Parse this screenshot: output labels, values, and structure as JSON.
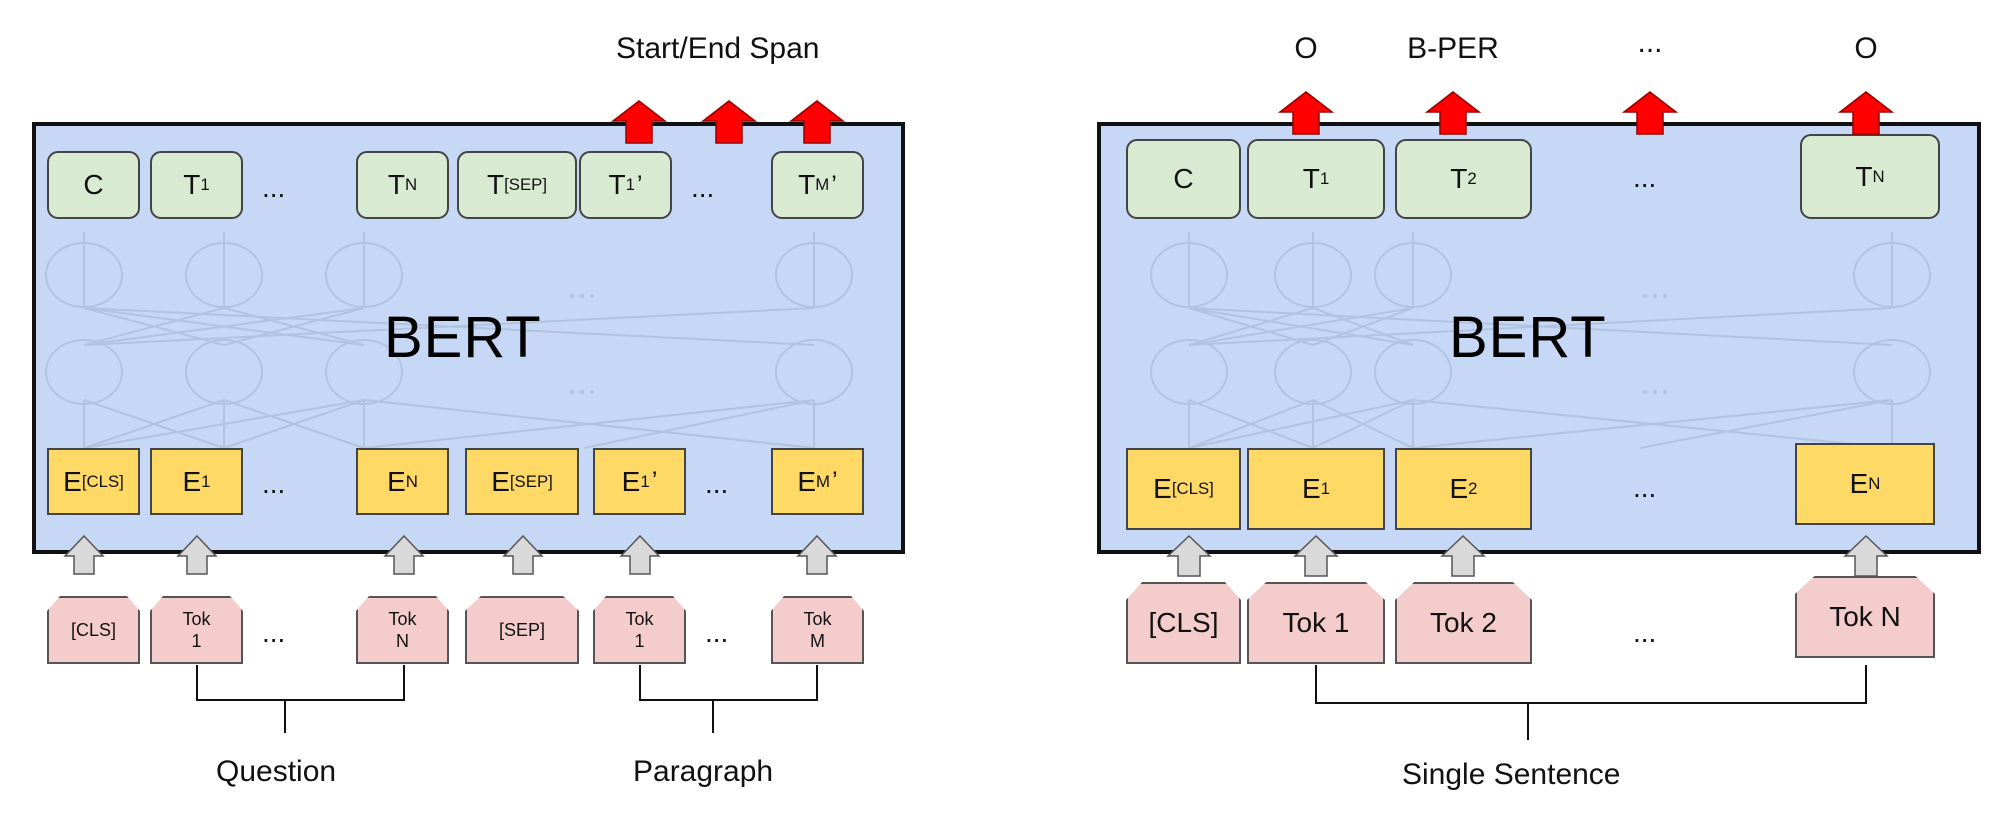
{
  "left": {
    "bert_label": "BERT",
    "output_title": "Start/End Span",
    "t_nodes": [
      {
        "main": "C",
        "sub": "",
        "prime": ""
      },
      {
        "main": "T",
        "sub": "1",
        "prime": ""
      },
      {
        "main": "T",
        "sub": "N",
        "prime": ""
      },
      {
        "main": "T",
        "sub": "[SEP]",
        "prime": ""
      },
      {
        "main": "T",
        "sub": "1",
        "prime": "’"
      },
      {
        "main": "T",
        "sub": "M",
        "prime": "’"
      }
    ],
    "e_nodes": [
      {
        "main": "E",
        "sub": "[CLS]",
        "prime": ""
      },
      {
        "main": "E",
        "sub": "1",
        "prime": ""
      },
      {
        "main": "E",
        "sub": "N",
        "prime": ""
      },
      {
        "main": "E",
        "sub": "[SEP]",
        "prime": ""
      },
      {
        "main": "E",
        "sub": "1",
        "prime": "’"
      },
      {
        "main": "E",
        "sub": "M",
        "prime": "’"
      }
    ],
    "tokens": [
      {
        "line1": "[CLS]",
        "line2": ""
      },
      {
        "line1": "Tok",
        "line2": "1"
      },
      {
        "line1": "Tok",
        "line2": "N"
      },
      {
        "line1": "[SEP]",
        "line2": ""
      },
      {
        "line1": "Tok",
        "line2": "1"
      },
      {
        "line1": "Tok",
        "line2": "M"
      }
    ],
    "ellipsis": "...",
    "captions": {
      "question": "Question",
      "paragraph": "Paragraph"
    }
  },
  "right": {
    "bert_label": "BERT",
    "output_labels": [
      "O",
      "B-PER",
      "...",
      "O"
    ],
    "t_nodes": [
      {
        "main": "C",
        "sub": ""
      },
      {
        "main": "T",
        "sub": "1"
      },
      {
        "main": "T",
        "sub": "2"
      },
      {
        "main": "T",
        "sub": "N"
      }
    ],
    "e_nodes": [
      {
        "main": "E",
        "sub": "[CLS]"
      },
      {
        "main": "E",
        "sub": "1"
      },
      {
        "main": "E",
        "sub": "2"
      },
      {
        "main": "E",
        "sub": "N"
      }
    ],
    "tokens": [
      "[CLS]",
      "Tok 1",
      "Tok 2",
      "Tok N"
    ],
    "ellipsis": "...",
    "caption": "Single Sentence"
  },
  "colors": {
    "bert_fill": "#c6d8f5",
    "output_node": "#d9ead3",
    "embedding_node": "#ffd966",
    "token_node": "#f4cccc",
    "output_arrow": "#ff0000",
    "input_arrow": "#d9d9d9"
  }
}
